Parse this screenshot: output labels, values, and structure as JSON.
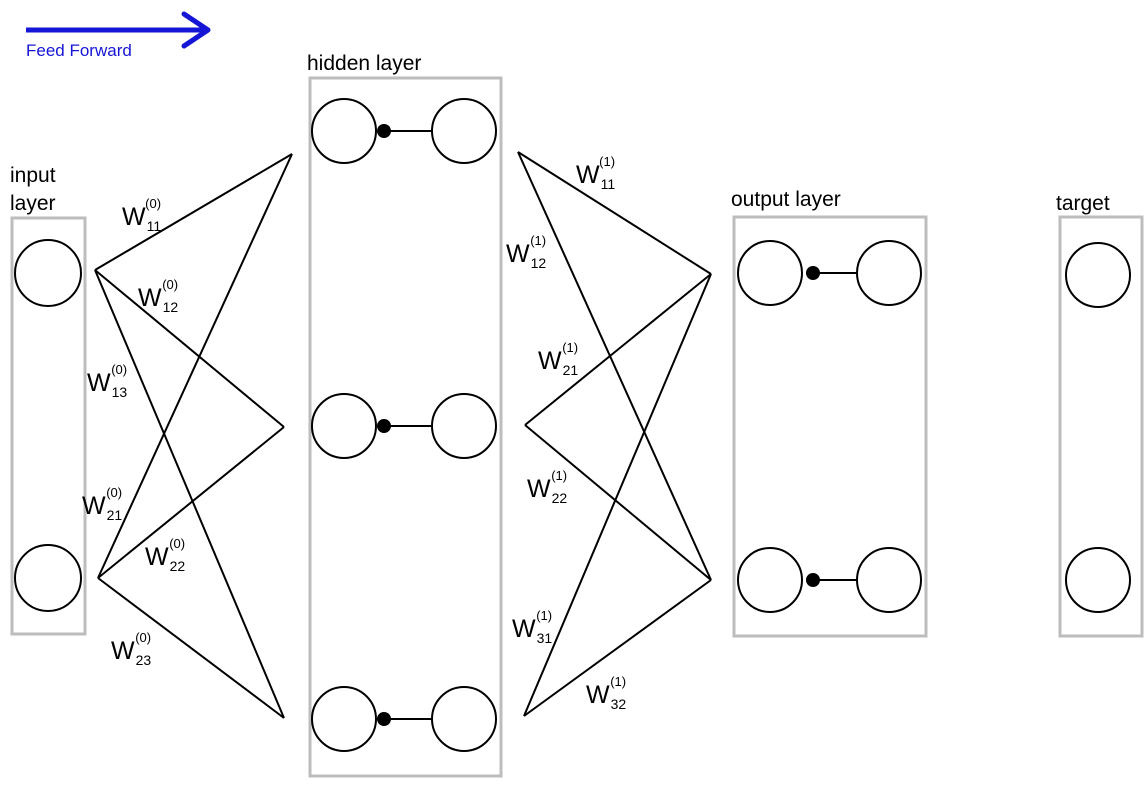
{
  "colors": {
    "arrow": "#1515d6",
    "stroke": "#000000",
    "box": "#bdbdbd",
    "background": "#ffffff"
  },
  "legend": {
    "label": "Feed Forward"
  },
  "layers": {
    "input": [
      "input",
      "layer"
    ],
    "hidden": "hidden layer",
    "output": "output layer",
    "target": "target"
  },
  "weights": [
    {
      "name": "W",
      "sup": "(0)",
      "sub": "11"
    },
    {
      "name": "W",
      "sup": "(0)",
      "sub": "12"
    },
    {
      "name": "W",
      "sup": "(0)",
      "sub": "13"
    },
    {
      "name": "W",
      "sup": "(0)",
      "sub": "21"
    },
    {
      "name": "W",
      "sup": "(0)",
      "sub": "22"
    },
    {
      "name": "W",
      "sup": "(0)",
      "sub": "23"
    },
    {
      "name": "W",
      "sup": "(1)",
      "sub": "11"
    },
    {
      "name": "W",
      "sup": "(1)",
      "sub": "12"
    },
    {
      "name": "W",
      "sup": "(1)",
      "sub": "21"
    },
    {
      "name": "W",
      "sup": "(1)",
      "sub": "22"
    },
    {
      "name": "W",
      "sup": "(1)",
      "sub": "31"
    },
    {
      "name": "W",
      "sup": "(1)",
      "sub": "32"
    }
  ]
}
